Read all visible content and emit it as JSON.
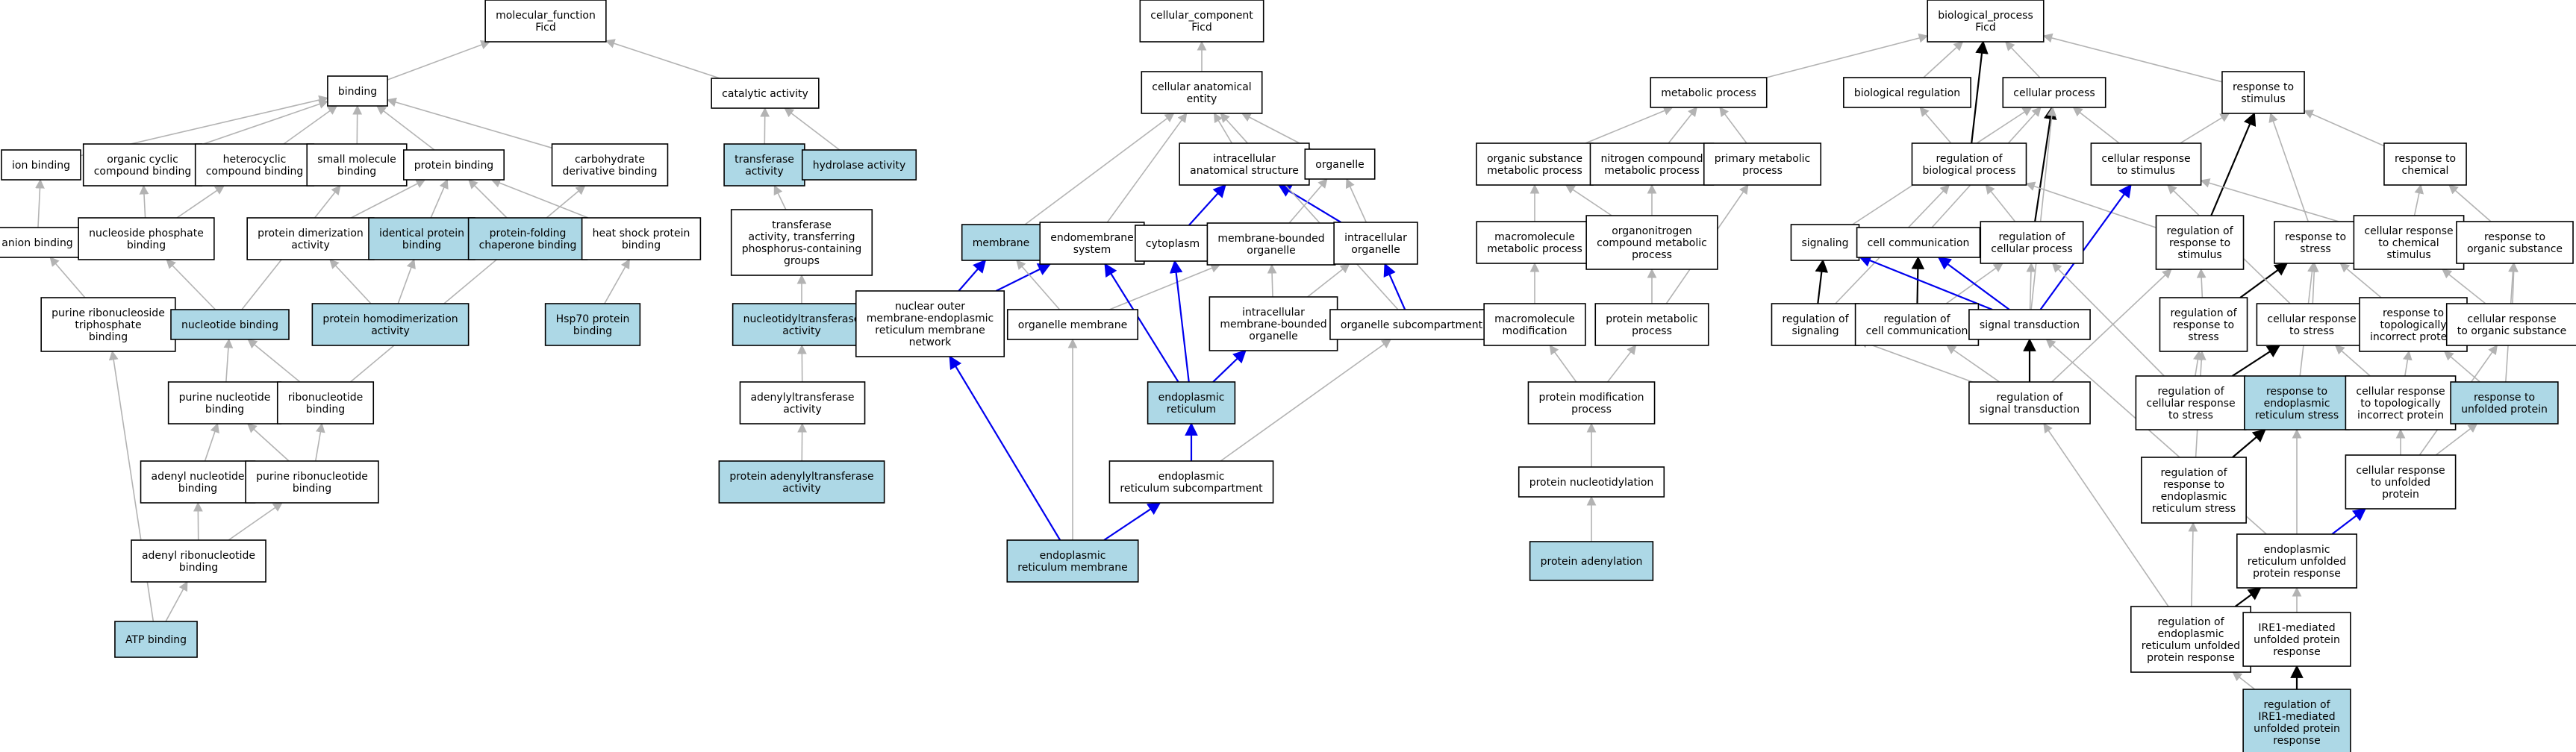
{
  "colors": {
    "plain_fill": "#ffffff",
    "highlight_fill": "#add8e6",
    "edge_default": "#b3b3b3",
    "edge_blue": "#0000ee",
    "edge_black": "#000000"
  },
  "nodes": [
    {
      "id": "mf",
      "lines": [
        "molecular_function",
        "Ficd"
      ]
    },
    {
      "id": "binding",
      "lines": [
        "binding"
      ]
    },
    {
      "id": "catalytic",
      "lines": [
        "catalytic activity"
      ]
    },
    {
      "id": "ion_binding",
      "lines": [
        "ion binding"
      ]
    },
    {
      "id": "org_cyclic",
      "lines": [
        "organic cyclic",
        "compound binding"
      ]
    },
    {
      "id": "heterocyclic",
      "lines": [
        "heterocyclic",
        "compound binding"
      ]
    },
    {
      "id": "small_mol",
      "lines": [
        "small molecule",
        "binding"
      ]
    },
    {
      "id": "protein_binding",
      "lines": [
        "protein binding"
      ]
    },
    {
      "id": "carb_deriv",
      "lines": [
        "carbohydrate",
        "derivative binding"
      ]
    },
    {
      "id": "transferase",
      "lines": [
        "transferase",
        "activity"
      ],
      "hl": true
    },
    {
      "id": "hydrolase",
      "lines": [
        "hydrolase activity"
      ],
      "hl": true
    },
    {
      "id": "anion_binding",
      "lines": [
        "anion binding"
      ]
    },
    {
      "id": "nucleoside_p",
      "lines": [
        "nucleoside phosphate",
        "binding"
      ]
    },
    {
      "id": "prot_dimer",
      "lines": [
        "protein dimerization",
        "activity"
      ]
    },
    {
      "id": "identical_prot",
      "lines": [
        "identical protein",
        "binding"
      ],
      "hl": true
    },
    {
      "id": "prot_folding",
      "lines": [
        "protein-folding",
        "chaperone binding"
      ],
      "hl": true
    },
    {
      "id": "heat_shock",
      "lines": [
        "heat shock protein",
        "binding"
      ]
    },
    {
      "id": "transf_phos",
      "lines": [
        "transferase",
        "activity, transferring",
        "phosphorus-containing",
        "groups"
      ]
    },
    {
      "id": "purine_rnt",
      "lines": [
        "purine ribonucleoside",
        "triphosphate",
        "binding"
      ]
    },
    {
      "id": "nucleotide_b",
      "lines": [
        "nucleotide binding"
      ],
      "hl": true
    },
    {
      "id": "prot_homodimer",
      "lines": [
        "protein homodimerization",
        "activity"
      ],
      "hl": true
    },
    {
      "id": "hsp70",
      "lines": [
        "Hsp70 protein",
        "binding"
      ],
      "hl": true
    },
    {
      "id": "nucleotidyltr",
      "lines": [
        "nucleotidyltransferase",
        "activity"
      ],
      "hl": true
    },
    {
      "id": "purine_nt",
      "lines": [
        "purine nucleotide",
        "binding"
      ]
    },
    {
      "id": "ribonucleotide",
      "lines": [
        "ribonucleotide",
        "binding"
      ]
    },
    {
      "id": "adenylyltr",
      "lines": [
        "adenylyltransferase",
        "activity"
      ]
    },
    {
      "id": "adenyl_nt",
      "lines": [
        "adenyl nucleotide",
        "binding"
      ]
    },
    {
      "id": "purine_rn",
      "lines": [
        "purine ribonucleotide",
        "binding"
      ]
    },
    {
      "id": "prot_adenylyltr",
      "lines": [
        "protein adenylyltransferase",
        "activity"
      ],
      "hl": true
    },
    {
      "id": "adenyl_rn",
      "lines": [
        "adenyl ribonucleotide",
        "binding"
      ]
    },
    {
      "id": "atp",
      "lines": [
        "ATP binding"
      ],
      "hl": true
    },
    {
      "id": "cc",
      "lines": [
        "cellular_component",
        "Ficd"
      ]
    },
    {
      "id": "cae",
      "lines": [
        "cellular anatomical",
        "entity"
      ]
    },
    {
      "id": "ias",
      "lines": [
        "intracellular",
        "anatomical structure"
      ]
    },
    {
      "id": "organelle",
      "lines": [
        "organelle"
      ]
    },
    {
      "id": "membrane",
      "lines": [
        "membrane"
      ],
      "hl": true
    },
    {
      "id": "endomembrane",
      "lines": [
        "endomembrane",
        "system"
      ]
    },
    {
      "id": "cytoplasm",
      "lines": [
        "cytoplasm"
      ]
    },
    {
      "id": "mbo",
      "lines": [
        "membrane-bounded",
        "organelle"
      ]
    },
    {
      "id": "intra_org",
      "lines": [
        "intracellular",
        "organelle"
      ]
    },
    {
      "id": "nuc_outer",
      "lines": [
        "nuclear outer",
        "membrane-endoplasmic",
        "reticulum membrane",
        "network"
      ]
    },
    {
      "id": "org_membrane",
      "lines": [
        "organelle membrane"
      ]
    },
    {
      "id": "imbo",
      "lines": [
        "intracellular",
        "membrane-bounded",
        "organelle"
      ]
    },
    {
      "id": "org_subcomp",
      "lines": [
        "organelle subcompartment"
      ]
    },
    {
      "id": "er",
      "lines": [
        "endoplasmic",
        "reticulum"
      ],
      "hl": true
    },
    {
      "id": "er_subcomp",
      "lines": [
        "endoplasmic",
        "reticulum subcompartment"
      ]
    },
    {
      "id": "er_membrane",
      "lines": [
        "endoplasmic",
        "reticulum membrane"
      ],
      "hl": true
    },
    {
      "id": "bp",
      "lines": [
        "biological_process",
        "Ficd"
      ]
    },
    {
      "id": "metabolic",
      "lines": [
        "metabolic process"
      ]
    },
    {
      "id": "bio_reg",
      "lines": [
        "biological regulation"
      ]
    },
    {
      "id": "cell_proc",
      "lines": [
        "cellular process"
      ]
    },
    {
      "id": "resp_stim",
      "lines": [
        "response to",
        "stimulus"
      ]
    },
    {
      "id": "org_sub_met",
      "lines": [
        "organic substance",
        "metabolic process"
      ]
    },
    {
      "id": "nitrogen",
      "lines": [
        "nitrogen compound",
        "metabolic process"
      ]
    },
    {
      "id": "primary_met",
      "lines": [
        "primary metabolic",
        "process"
      ]
    },
    {
      "id": "reg_bio",
      "lines": [
        "regulation of",
        "biological process"
      ]
    },
    {
      "id": "cell_resp_stim",
      "lines": [
        "cellular response",
        "to stimulus"
      ]
    },
    {
      "id": "resp_chem",
      "lines": [
        "response to",
        "chemical"
      ]
    },
    {
      "id": "macromol_met",
      "lines": [
        "macromolecule",
        "metabolic process"
      ]
    },
    {
      "id": "organonitrogen",
      "lines": [
        "organonitrogen",
        "compound metabolic",
        "process"
      ]
    },
    {
      "id": "signaling",
      "lines": [
        "signaling"
      ]
    },
    {
      "id": "cell_comm",
      "lines": [
        "cell communication"
      ]
    },
    {
      "id": "reg_cell_proc",
      "lines": [
        "regulation of",
        "cellular process"
      ]
    },
    {
      "id": "reg_resp_stim",
      "lines": [
        "regulation of",
        "response to",
        "stimulus"
      ]
    },
    {
      "id": "resp_stress",
      "lines": [
        "response to",
        "stress"
      ]
    },
    {
      "id": "cell_resp_chem",
      "lines": [
        "cellular response",
        "to chemical",
        "stimulus"
      ]
    },
    {
      "id": "resp_org_sub",
      "lines": [
        "response to",
        "organic substance"
      ]
    },
    {
      "id": "macromol_mod",
      "lines": [
        "macromolecule",
        "modification"
      ]
    },
    {
      "id": "prot_met",
      "lines": [
        "protein metabolic",
        "process"
      ]
    },
    {
      "id": "reg_signaling",
      "lines": [
        "regulation of",
        "signaling"
      ]
    },
    {
      "id": "reg_cell_comm",
      "lines": [
        "regulation of",
        "cell communication"
      ]
    },
    {
      "id": "signal_trans",
      "lines": [
        "signal transduction"
      ]
    },
    {
      "id": "reg_resp_stress",
      "lines": [
        "regulation of",
        "response to",
        "stress"
      ]
    },
    {
      "id": "cell_resp_stress",
      "lines": [
        "cellular response",
        "to stress"
      ]
    },
    {
      "id": "resp_topo",
      "lines": [
        "response to",
        "topologically",
        "incorrect protein"
      ]
    },
    {
      "id": "cell_resp_org",
      "lines": [
        "cellular response",
        "to organic substance"
      ]
    },
    {
      "id": "prot_mod",
      "lines": [
        "protein modification",
        "process"
      ]
    },
    {
      "id": "reg_signal_trans",
      "lines": [
        "regulation of",
        "signal transduction"
      ]
    },
    {
      "id": "reg_cell_resp_stress",
      "lines": [
        "regulation of",
        "cellular response",
        "to stress"
      ]
    },
    {
      "id": "resp_er_stress",
      "lines": [
        "response to",
        "endoplasmic",
        "reticulum stress"
      ],
      "hl": true
    },
    {
      "id": "cell_resp_topo",
      "lines": [
        "cellular response",
        "to topologically",
        "incorrect protein"
      ]
    },
    {
      "id": "resp_unfolded",
      "lines": [
        "response to",
        "unfolded protein"
      ],
      "hl": true
    },
    {
      "id": "reg_resp_er_stress",
      "lines": [
        "regulation of",
        "response to",
        "endoplasmic",
        "reticulum stress"
      ]
    },
    {
      "id": "cell_resp_unfolded",
      "lines": [
        "cellular response",
        "to unfolded",
        "protein"
      ]
    },
    {
      "id": "prot_nucleotidyl",
      "lines": [
        "protein nucleotidylation"
      ]
    },
    {
      "id": "er_upr",
      "lines": [
        "endoplasmic",
        "reticulum unfolded",
        "protein response"
      ]
    },
    {
      "id": "prot_adenylation",
      "lines": [
        "protein adenylation"
      ],
      "hl": true
    },
    {
      "id": "reg_er_upr",
      "lines": [
        "regulation of",
        "endoplasmic",
        "reticulum unfolded",
        "protein response"
      ]
    },
    {
      "id": "ire1",
      "lines": [
        "IRE1-mediated",
        "unfolded protein",
        "response"
      ]
    },
    {
      "id": "reg_ire1",
      "lines": [
        "regulation of",
        "IRE1-mediated",
        "unfolded protein",
        "response"
      ],
      "hl": true
    }
  ],
  "edges": [
    [
      "binding",
      "mf",
      "grey"
    ],
    [
      "catalytic",
      "mf",
      "grey"
    ],
    [
      "ion_binding",
      "binding",
      "grey"
    ],
    [
      "org_cyclic",
      "binding",
      "grey"
    ],
    [
      "heterocyclic",
      "binding",
      "grey"
    ],
    [
      "small_mol",
      "binding",
      "grey"
    ],
    [
      "protein_binding",
      "binding",
      "grey"
    ],
    [
      "carb_deriv",
      "binding",
      "grey"
    ],
    [
      "transferase",
      "catalytic",
      "grey"
    ],
    [
      "hydrolase",
      "catalytic",
      "grey"
    ],
    [
      "anion_binding",
      "ion_binding",
      "grey"
    ],
    [
      "nucleoside_p",
      "org_cyclic",
      "grey"
    ],
    [
      "nucleoside_p",
      "heterocyclic",
      "grey"
    ],
    [
      "prot_dimer",
      "protein_binding",
      "grey"
    ],
    [
      "identical_prot",
      "protein_binding",
      "grey"
    ],
    [
      "prot_folding",
      "protein_binding",
      "grey"
    ],
    [
      "heat_shock",
      "protein_binding",
      "grey"
    ],
    [
      "transf_phos",
      "transferase",
      "grey"
    ],
    [
      "purine_rnt",
      "anion_binding",
      "grey"
    ],
    [
      "nucleotide_b",
      "nucleoside_p",
      "grey"
    ],
    [
      "nucleotide_b",
      "small_mol",
      "grey"
    ],
    [
      "prot_homodimer",
      "prot_dimer",
      "grey"
    ],
    [
      "prot_homodimer",
      "identical_prot",
      "grey"
    ],
    [
      "hsp70",
      "heat_shock",
      "grey"
    ],
    [
      "nucleotidyltr",
      "transf_phos",
      "grey"
    ],
    [
      "purine_nt",
      "nucleotide_b",
      "grey"
    ],
    [
      "ribonucleotide",
      "nucleotide_b",
      "grey"
    ],
    [
      "ribonucleotide",
      "carb_deriv",
      "grey"
    ],
    [
      "adenylyltr",
      "nucleotidyltr",
      "grey"
    ],
    [
      "adenyl_nt",
      "purine_nt",
      "grey"
    ],
    [
      "purine_rn",
      "purine_nt",
      "grey"
    ],
    [
      "purine_rn",
      "ribonucleotide",
      "grey"
    ],
    [
      "prot_adenylyltr",
      "adenylyltr",
      "grey"
    ],
    [
      "adenyl_rn",
      "adenyl_nt",
      "grey"
    ],
    [
      "adenyl_rn",
      "purine_rn",
      "grey"
    ],
    [
      "atp",
      "adenyl_rn",
      "grey"
    ],
    [
      "atp",
      "purine_rnt",
      "grey"
    ],
    [
      "cae",
      "cc",
      "grey"
    ],
    [
      "ias",
      "cae",
      "grey"
    ],
    [
      "organelle",
      "cae",
      "grey"
    ],
    [
      "membrane",
      "cae",
      "grey"
    ],
    [
      "endomembrane",
      "cae",
      "grey"
    ],
    [
      "cytoplasm",
      "ias",
      "blue"
    ],
    [
      "intra_org",
      "ias",
      "blue"
    ],
    [
      "mbo",
      "organelle",
      "grey"
    ],
    [
      "intra_org",
      "organelle",
      "grey"
    ],
    [
      "nuc_outer",
      "membrane",
      "blue"
    ],
    [
      "nuc_outer",
      "endomembrane",
      "blue"
    ],
    [
      "org_membrane",
      "membrane",
      "grey"
    ],
    [
      "org_membrane",
      "mbo",
      "grey"
    ],
    [
      "imbo",
      "mbo",
      "grey"
    ],
    [
      "imbo",
      "intra_org",
      "grey"
    ],
    [
      "org_subcomp",
      "cae",
      "grey"
    ],
    [
      "org_subcomp",
      "intra_org",
      "blue"
    ],
    [
      "er",
      "cytoplasm",
      "blue"
    ],
    [
      "er",
      "endomembrane",
      "blue"
    ],
    [
      "er",
      "imbo",
      "blue"
    ],
    [
      "er_subcomp",
      "er",
      "blue"
    ],
    [
      "er_subcomp",
      "org_subcomp",
      "grey"
    ],
    [
      "er_membrane",
      "nuc_outer",
      "blue"
    ],
    [
      "er_membrane",
      "org_membrane",
      "grey"
    ],
    [
      "er_membrane",
      "er_subcomp",
      "blue"
    ],
    [
      "metabolic",
      "bp",
      "grey"
    ],
    [
      "bio_reg",
      "bp",
      "grey"
    ],
    [
      "cell_proc",
      "bp",
      "grey"
    ],
    [
      "resp_stim",
      "bp",
      "grey"
    ],
    [
      "org_sub_met",
      "metabolic",
      "grey"
    ],
    [
      "nitrogen",
      "metabolic",
      "grey"
    ],
    [
      "primary_met",
      "metabolic",
      "grey"
    ],
    [
      "reg_bio",
      "bio_reg",
      "grey"
    ],
    [
      "reg_bio",
      "bp",
      "black"
    ],
    [
      "cell_resp_stim",
      "cell_proc",
      "grey"
    ],
    [
      "cell_resp_stim",
      "resp_stim",
      "grey"
    ],
    [
      "resp_chem",
      "resp_stim",
      "grey"
    ],
    [
      "macromol_met",
      "org_sub_met",
      "grey"
    ],
    [
      "organonitrogen",
      "nitrogen",
      "grey"
    ],
    [
      "organonitrogen",
      "org_sub_met",
      "grey"
    ],
    [
      "signaling",
      "cell_proc",
      "grey"
    ],
    [
      "cell_comm",
      "cell_proc",
      "grey"
    ],
    [
      "reg_cell_proc",
      "reg_bio",
      "grey"
    ],
    [
      "reg_cell_proc",
      "cell_proc",
      "black"
    ],
    [
      "reg_resp_stim",
      "reg_bio",
      "grey"
    ],
    [
      "reg_resp_stim",
      "resp_stim",
      "black"
    ],
    [
      "resp_stress",
      "resp_stim",
      "grey"
    ],
    [
      "cell_resp_chem",
      "cell_resp_stim",
      "grey"
    ],
    [
      "cell_resp_chem",
      "resp_chem",
      "grey"
    ],
    [
      "resp_org_sub",
      "resp_chem",
      "grey"
    ],
    [
      "macromol_mod",
      "macromol_met",
      "grey"
    ],
    [
      "prot_met",
      "organonitrogen",
      "grey"
    ],
    [
      "prot_met",
      "primary_met",
      "grey"
    ],
    [
      "reg_signaling",
      "signaling",
      "black"
    ],
    [
      "reg_signaling",
      "reg_bio",
      "grey"
    ],
    [
      "reg_cell_comm",
      "cell_comm",
      "black"
    ],
    [
      "reg_cell_comm",
      "reg_cell_proc",
      "grey"
    ],
    [
      "signal_trans",
      "signaling",
      "blue"
    ],
    [
      "signal_trans",
      "cell_comm",
      "blue"
    ],
    [
      "signal_trans",
      "reg_cell_proc",
      "grey"
    ],
    [
      "signal_trans",
      "cell_resp_stim",
      "blue"
    ],
    [
      "signal_trans",
      "cell_proc",
      "grey"
    ],
    [
      "reg_resp_stress",
      "resp_stress",
      "black"
    ],
    [
      "reg_resp_stress",
      "reg_resp_stim",
      "grey"
    ],
    [
      "cell_resp_stress",
      "resp_stress",
      "grey"
    ],
    [
      "cell_resp_stress",
      "cell_resp_stim",
      "grey"
    ],
    [
      "resp_topo",
      "resp_stress",
      "grey"
    ],
    [
      "cell_resp_org",
      "resp_org_sub",
      "grey"
    ],
    [
      "cell_resp_org",
      "cell_resp_chem",
      "grey"
    ],
    [
      "prot_mod",
      "macromol_mod",
      "grey"
    ],
    [
      "prot_mod",
      "prot_met",
      "grey"
    ],
    [
      "reg_signal_trans",
      "reg_signaling",
      "grey"
    ],
    [
      "reg_signal_trans",
      "reg_cell_comm",
      "grey"
    ],
    [
      "reg_signal_trans",
      "signal_trans",
      "black"
    ],
    [
      "reg_signal_trans",
      "reg_resp_stim",
      "grey"
    ],
    [
      "reg_cell_resp_stress",
      "cell_resp_stress",
      "black"
    ],
    [
      "reg_cell_resp_stress",
      "reg_resp_stress",
      "grey"
    ],
    [
      "reg_cell_resp_stress",
      "reg_cell_proc",
      "grey"
    ],
    [
      "resp_er_stress",
      "resp_stress",
      "grey"
    ],
    [
      "cell_resp_topo",
      "resp_topo",
      "grey"
    ],
    [
      "cell_resp_topo",
      "cell_resp_stress",
      "grey"
    ],
    [
      "resp_unfolded",
      "resp_topo",
      "grey"
    ],
    [
      "resp_unfolded",
      "resp_org_sub",
      "grey"
    ],
    [
      "reg_resp_er_stress",
      "resp_er_stress",
      "black"
    ],
    [
      "reg_resp_er_stress",
      "reg_resp_stress",
      "grey"
    ],
    [
      "cell_resp_unfolded",
      "cell_resp_topo",
      "grey"
    ],
    [
      "cell_resp_unfolded",
      "resp_unfolded",
      "grey"
    ],
    [
      "cell_resp_unfolded",
      "cell_resp_org",
      "grey"
    ],
    [
      "prot_nucleotidyl",
      "prot_mod",
      "grey"
    ],
    [
      "er_upr",
      "resp_er_stress",
      "grey"
    ],
    [
      "er_upr",
      "cell_resp_unfolded",
      "blue"
    ],
    [
      "er_upr",
      "signal_trans",
      "grey"
    ],
    [
      "prot_adenylation",
      "prot_nucleotidyl",
      "grey"
    ],
    [
      "reg_er_upr",
      "er_upr",
      "black"
    ],
    [
      "reg_er_upr",
      "reg_resp_er_stress",
      "grey"
    ],
    [
      "reg_er_upr",
      "reg_signal_trans",
      "grey"
    ],
    [
      "ire1",
      "er_upr",
      "grey"
    ],
    [
      "reg_ire1",
      "ire1",
      "black"
    ],
    [
      "reg_ire1",
      "reg_er_upr",
      "grey"
    ]
  ]
}
